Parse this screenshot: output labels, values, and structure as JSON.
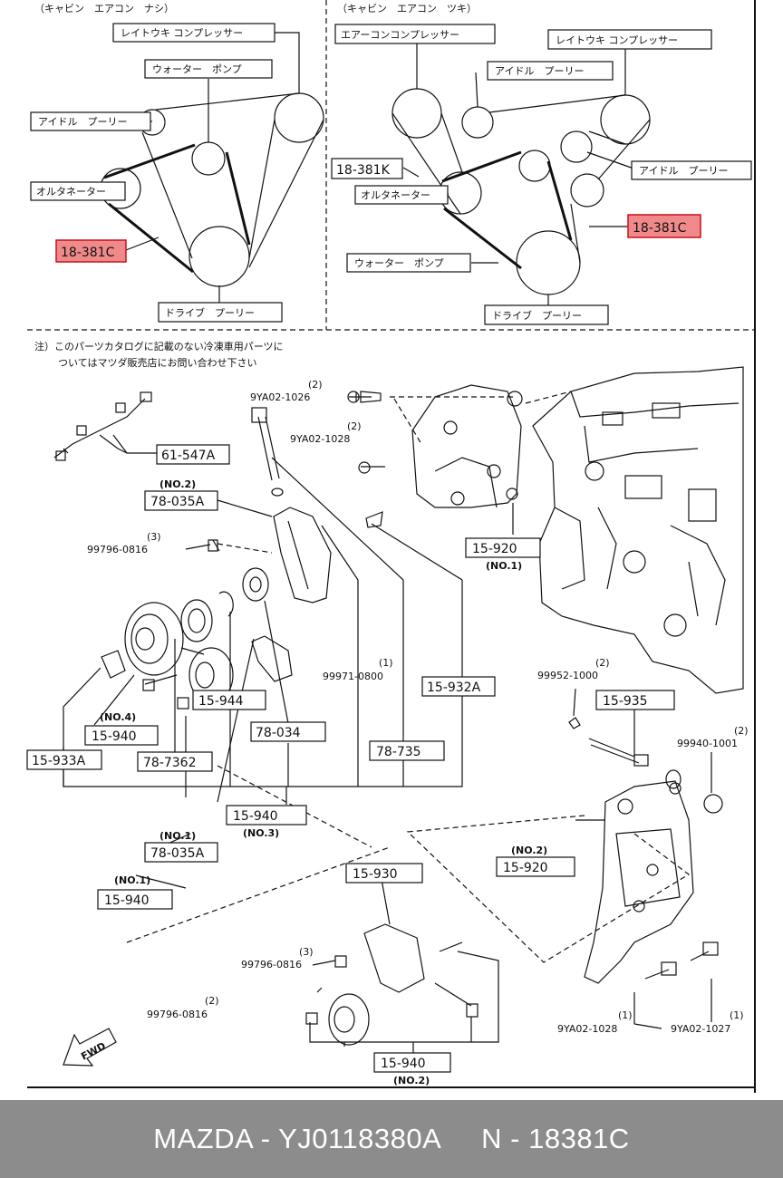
{
  "colors": {
    "highlight_fill": "#f08a8a",
    "highlight_stroke": "#c8101e",
    "footer_bg": "#8c8c8c"
  },
  "panels": {
    "left": {
      "title": "（キャビン　エアコン　ナシ）",
      "labels": {
        "ac_compressor": "レイトウキ コンプレッサー",
        "water_pump": "ウォーター　ポンプ",
        "idler_pulley": "アイドル　プーリー",
        "alternator": "オルタネーター",
        "part_highlight": "18-381C",
        "drive_pulley": "ドライブ　プーリー"
      }
    },
    "right": {
      "title": "（キャビン　エアコン　ツキ）",
      "labels": {
        "air_con_compressor": "エアーコンコンプレッサー",
        "ac_compressor": "レイトウキ コンプレッサー",
        "idler_pulley_top": "アイドル　プーリー",
        "part_k": "18-381K",
        "idler_pulley_right": "アイドル　プーリー",
        "alternator": "オルタネーター",
        "part_highlight": "18-381C",
        "water_pump": "ウォーター　ポンプ",
        "drive_pulley": "ドライブ　プーリー"
      }
    }
  },
  "note": {
    "line1": "注）このパーツカタログに記載のない冷凍車用パーツに",
    "line2": "ついてはマツダ販売店にお問い合わせ下さい"
  },
  "callouts": {
    "p9ya02_1026_qty": "(2)",
    "p9ya02_1026": "9YA02-1026",
    "p9ya02_1028_qty": "(2)",
    "p9ya02_1028": "9YA02-1028",
    "p61_547a": "61-547A",
    "p78_035a_no2_tag": "(NO.2)",
    "p78_035a_no2": "78-035A",
    "p99796_0816_a_qty": "(3)",
    "p99796_0816_a": "99796-0816",
    "p15_920_no1": "15-920",
    "p15_920_no1_tag": "(NO.1)",
    "p99971_0800_qty": "(1)",
    "p99971_0800": "99971-0800",
    "p15_932a": "15-932A",
    "p15_944": "15-944",
    "p15_940_no4_tag": "(NO.4)",
    "p15_940_no4": "15-940",
    "p78_034": "78-034",
    "p15_933a": "15-933A",
    "p78_7362": "78-7362",
    "p78_735": "78-735",
    "p15_940_no3": "15-940",
    "p15_940_no3_tag": "(NO.3)",
    "p99952_1000_qty": "(2)",
    "p99952_1000": "99952-1000",
    "p15_935": "15-935",
    "p99940_1001_qty": "(2)",
    "p99940_1001": "99940-1001",
    "p15_920_no2_tag": "(NO.2)",
    "p15_920_no2": "15-920",
    "p78_035a_no1_tag": "(NO.1)",
    "p78_035a_no1": "78-035A",
    "p15_940_no1_tag": "(NO.1)",
    "p15_940_no1": "15-940",
    "p15_930": "15-930",
    "p99796_0816_b_qty": "(3)",
    "p99796_0816_b": "99796-0816",
    "p99796_0816_c_qty": "(2)",
    "p99796_0816_c": "99796-0816",
    "p9ya02_1028_b_qty": "(1)",
    "p9ya02_1028_b": "9YA02-1028",
    "p9ya02_1027_qty": "(1)",
    "p9ya02_1027": "9YA02-1027",
    "p15_940_no2": "15-940",
    "p15_940_no2_tag": "(NO.2)",
    "fwd": "FWD"
  },
  "footer": {
    "text": "MAZDA - YJ0118380A     N - 18381C"
  }
}
